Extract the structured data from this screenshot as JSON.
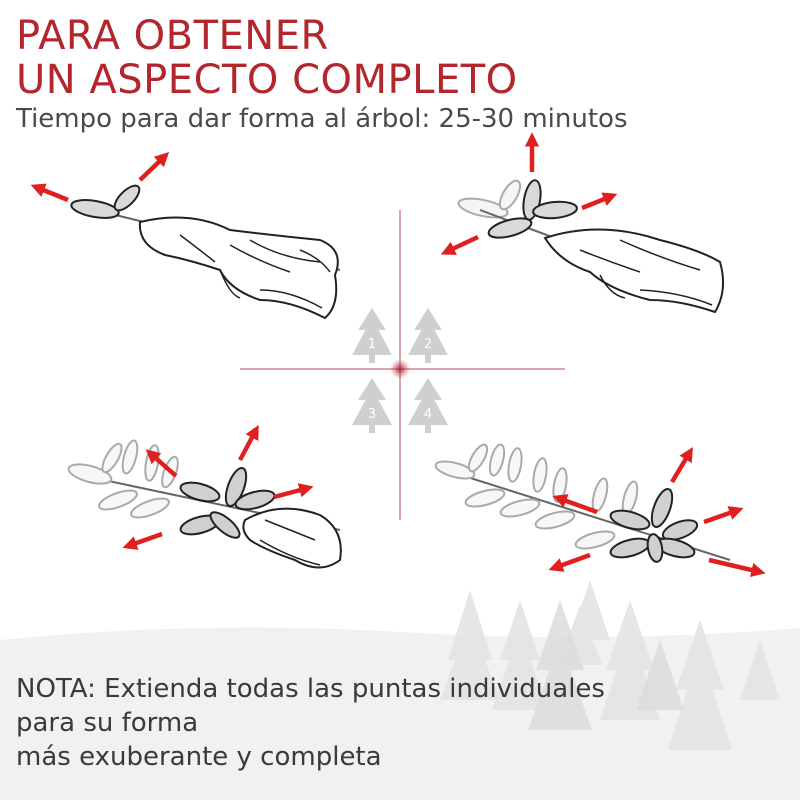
{
  "header": {
    "title_line1": "PARA OBTENER",
    "title_line2": "UN ASPECTO COMPLETO",
    "subtitle": "Tiempo para dar forma al árbol: 25-30 minutos"
  },
  "steps": {
    "labels": [
      "1",
      "2",
      "3",
      "4"
    ]
  },
  "note": {
    "line1": "NOTA: Extienda todas las puntas individuales",
    "line2": "para su forma",
    "line3": "más exuberante y completa"
  },
  "colors": {
    "accent": "#b3262d",
    "arrow": "#e02020",
    "text": "#4a4a4a",
    "ground": "#f3f3f3"
  }
}
